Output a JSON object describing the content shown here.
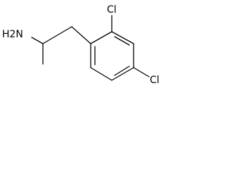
{
  "molecule": {
    "atom_labels": {
      "amine": "H2N",
      "chloro_top": "Cl",
      "chloro_bottom": "Cl"
    },
    "colors": {
      "bond": "#000000",
      "label": "#000000",
      "background": "#ffffff"
    }
  }
}
